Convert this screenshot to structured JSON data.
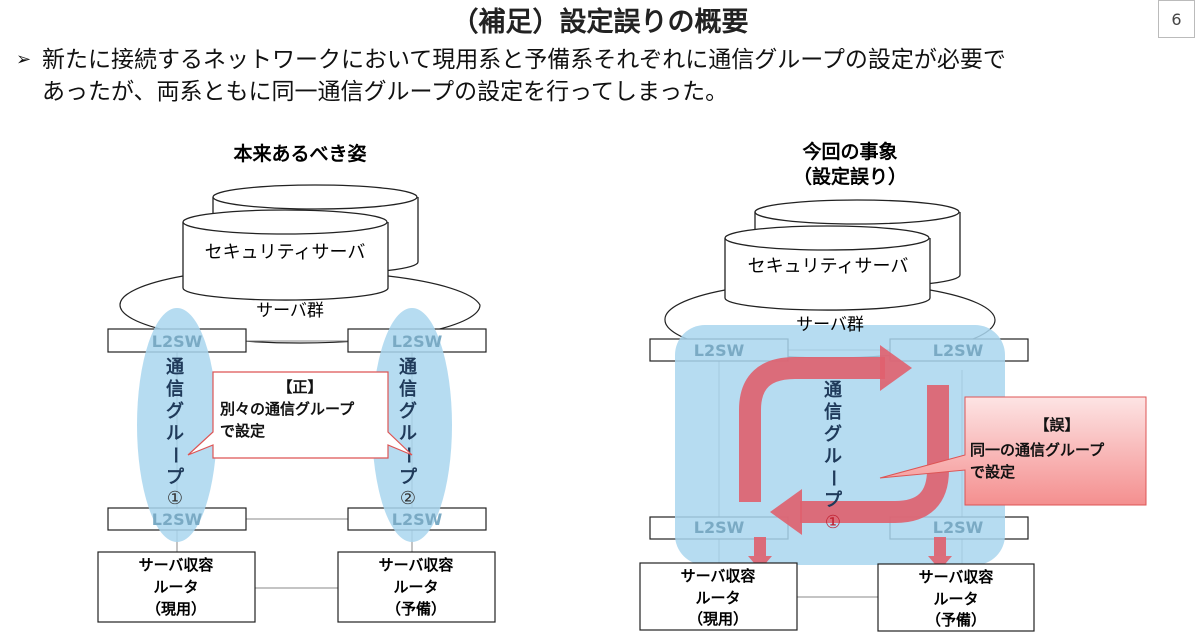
{
  "title": "（補足）設定誤りの概要",
  "page_number": "6",
  "bullet": {
    "marker": "➢",
    "line1": "新たに接続するネットワークにおいて現用系と予備系それぞれに通信グループの設定が必要で",
    "line2": "あったが、両系ともに同一通信グループの設定を行ってしまった。"
  },
  "left": {
    "heading": "本来あるべき姿",
    "server": "セキュリティサーバ",
    "server_group": "サーバ群",
    "l2sw": "L2SW",
    "group1": [
      "通",
      "信",
      "グ",
      "ル",
      "ー",
      "プ",
      "①"
    ],
    "group2": [
      "通",
      "信",
      "グ",
      "ル",
      "ー",
      "プ",
      "②"
    ],
    "callout": [
      "【正】",
      "別々の通信グループ",
      "で設定"
    ],
    "router_active": [
      "サーバ収容",
      "ルータ",
      "（現用）"
    ],
    "router_standby": [
      "サーバ収容",
      "ルータ",
      "（予備）"
    ]
  },
  "right": {
    "heading1": "今回の事象",
    "heading2": "（設定誤り）",
    "server": "セキュリティサーバ",
    "server_group": "サーバ群",
    "l2sw": "L2SW",
    "group1": [
      "通",
      "信",
      "グ",
      "ル",
      "ー",
      "プ",
      "①"
    ],
    "callout": [
      "【誤】",
      "同一の通信グループ",
      "で設定"
    ],
    "router_active": [
      "サーバ収容",
      "ルータ",
      "（現用）"
    ],
    "router_standby": [
      "サーバ収容",
      "ルータ",
      "（予備）"
    ]
  },
  "colors": {
    "group_fill": "#a9d6ee",
    "arrow": "#e0606e",
    "callout_red": "#f6a3a3"
  }
}
